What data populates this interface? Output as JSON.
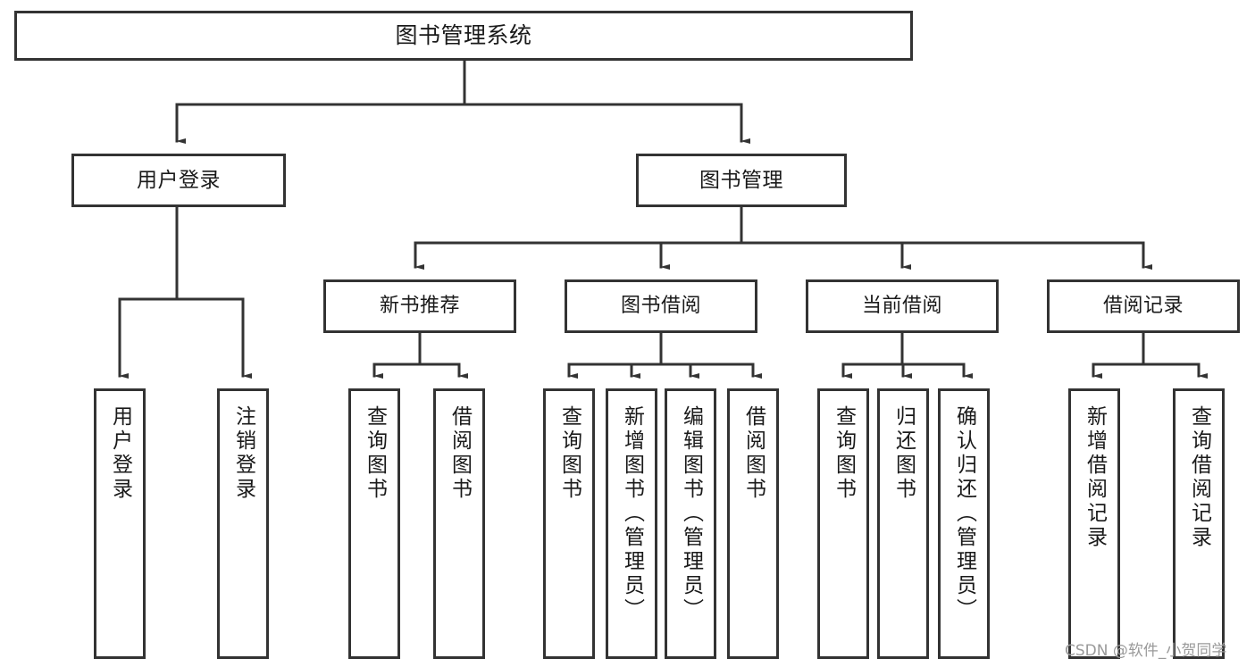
{
  "diagram": {
    "title": "图书管理系统",
    "type": "tree-hierarchy",
    "root": {
      "label": "图书管理系统",
      "children": [
        {
          "label": "用户登录",
          "children": [
            {
              "label": "用户登录"
            },
            {
              "label": "注销登录"
            }
          ]
        },
        {
          "label": "图书管理",
          "children": [
            {
              "label": "新书推荐",
              "children": [
                {
                  "label": "查询图书"
                },
                {
                  "label": "借阅图书"
                }
              ]
            },
            {
              "label": "图书借阅",
              "children": [
                {
                  "label": "查询图书"
                },
                {
                  "label": "新增图书（管理员）"
                },
                {
                  "label": "编辑图书（管理员）"
                },
                {
                  "label": "借阅图书"
                }
              ]
            },
            {
              "label": "当前借阅",
              "children": [
                {
                  "label": "查询图书"
                },
                {
                  "label": "归还图书"
                },
                {
                  "label": "确认归还（管理员）"
                }
              ]
            },
            {
              "label": "借阅记录",
              "children": [
                {
                  "label": "新增借阅记录"
                },
                {
                  "label": "查询借阅记录"
                }
              ]
            }
          ]
        }
      ]
    }
  },
  "nodes": {
    "root": "图书管理系统",
    "user_login": "用户登录",
    "book_manage": "图书管理",
    "new_book_rec": "新书推荐",
    "book_borrow": "图书借阅",
    "current_borrow": "当前借阅",
    "borrow_record": "借阅记录",
    "leaf_user_login": "用户登录",
    "leaf_logout": "注销登录",
    "leaf_query_book_1": "查询图书",
    "leaf_borrow_book_1": "借阅图书",
    "leaf_query_book_2": "查询图书",
    "leaf_add_book": "新增图书（管理员）",
    "leaf_edit_book": "编辑图书（管理员）",
    "leaf_borrow_book_2": "借阅图书",
    "leaf_query_book_3": "查询图书",
    "leaf_return_book": "归还图书",
    "leaf_confirm_return": "确认归还（管理员）",
    "leaf_add_record": "新增借阅记录",
    "leaf_query_record": "查询借阅记录"
  },
  "watermark": {
    "text": "CSDN @软件_小贺同学"
  },
  "colors": {
    "box_border": "#333333",
    "box_fill": "#ffffff",
    "connector": "#333333",
    "text": "#1a1a1a",
    "watermark": "#9a9a9a",
    "background": "#ffffff"
  }
}
